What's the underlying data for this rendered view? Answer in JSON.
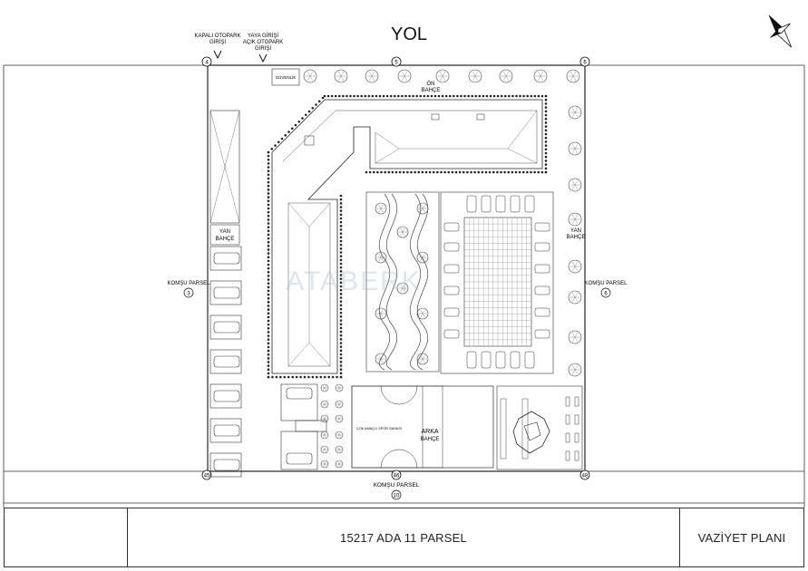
{
  "labels": {
    "road": "YOL",
    "front_garden_1": "ÖN",
    "front_garden_2": "BAHÇE",
    "side_garden_left_1": "YAN",
    "side_garden_left_2": "BAHÇE",
    "side_garden_right_1": "YAN",
    "side_garden_right_2": "BAHÇE",
    "back_garden_1": "ARKA",
    "back_garden_2": "BAHÇE",
    "neighbor_left": "KOMŞU PARSEL",
    "neighbor_left_no": "3",
    "neighbor_right": "KOMŞU PARSEL",
    "neighbor_right_no": "6",
    "neighbor_bottom": "KOMŞU PARSEL",
    "neighbor_bottom_no": "10",
    "closed_parking_1": "KAPALI OTOPARK",
    "closed_parking_2": "GİRİŞİ",
    "pedestrian_1": "YAYA GİRİŞİ",
    "pedestrian_2": "AÇIK OTOPARK",
    "pedestrian_3": "GİRİŞİ",
    "guard": "GÜVENLİK",
    "watermark": "ATABERK",
    "sport_area": "ÇOK AMAÇLI SPOR SAHASI"
  },
  "survey_points": [
    "4",
    "5",
    "6",
    "45",
    "46",
    "48"
  ],
  "title_block": {
    "left": "",
    "center": "15217 ADA 11 PARSEL",
    "right": "VAZİYET PLANI"
  }
}
